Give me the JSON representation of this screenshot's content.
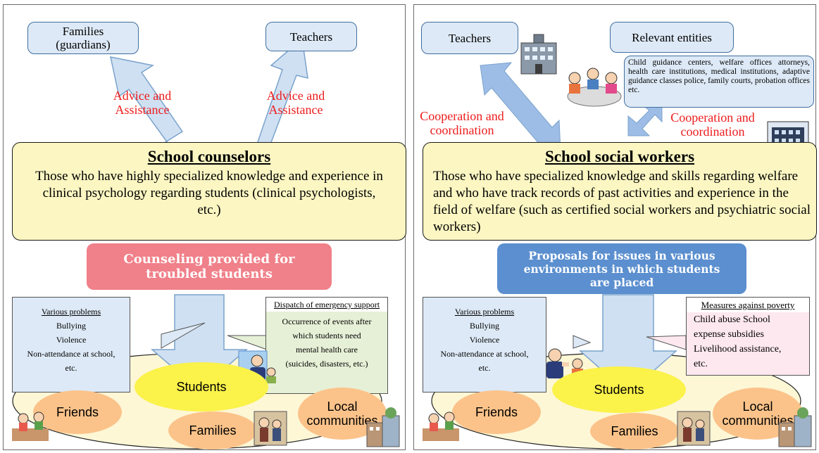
{
  "left_panel": {
    "top_boxes": {
      "families": "Families\n(guardians)",
      "teachers": "Teachers"
    },
    "advice_left": "Advice and\nAssistance",
    "advice_right": "Advice and\nAssistance",
    "main_title": "School counselors",
    "main_desc": "Those who have highly specialized knowledge and experience in clinical psychology regarding students (clinical psychologists, etc.)",
    "pill": "Counseling provided for\ntroubled students",
    "problems": {
      "heading": "Various problems",
      "items": [
        "Bullying",
        "Violence",
        "Non-attendance at school,",
        "etc."
      ]
    },
    "emergency": {
      "heading": "Dispatch of emergency support",
      "lines": [
        "Occurrence of events after",
        "which students need",
        "mental health care",
        "(suicides, disasters, etc.)"
      ]
    },
    "ellipses": {
      "students": "Students",
      "friends": "Friends",
      "families": "Families",
      "local": "Local\ncommunities"
    }
  },
  "right_panel": {
    "top_boxes": {
      "teachers": "Teachers",
      "relevant": "Relevant entities"
    },
    "entities_note": "Child guidance centers, welfare offices attorneys, health care institutions, medical institutions, adaptive guidance classes police, family courts, probation offices etc.",
    "coop_left": "Cooperation and\ncoordination",
    "coop_right": "Cooperation and\ncoordination",
    "main_title": "School social workers",
    "main_desc": "Those who have specialized knowledge and skills regarding welfare and who have track records of past activities and experience in the field of welfare (such as certified social workers and psychiatric social workers)",
    "pill": "Proposals for issues in various\nenvironments in which students\nare placed",
    "problems": {
      "heading": "Various problems",
      "items": [
        "Bullying",
        "Violence",
        "Non-attendance at school,",
        "etc."
      ]
    },
    "poverty": {
      "heading": "Measures against poverty",
      "lines": [
        "Child abuse School",
        "expense subsidies",
        "Livelihood assistance,",
        "etc."
      ]
    },
    "ellipses": {
      "students": "Students",
      "friends": "Friends",
      "families": "Families",
      "local": "Local\ncommunities"
    }
  },
  "colors": {
    "top_box_fill": "#dde9f6",
    "arrow_fill": "#cfe0f2",
    "main_box_fill": "#fbf6c2",
    "red_text": "#ee1c1c",
    "pill_left": "#f08089",
    "pill_right": "#5b8fcf",
    "ellipse_outer": "#fdf7d6",
    "ellipse_students": "#fbf24a",
    "ellipse_orange": "#fbc38a"
  },
  "icons": [
    "school-building-icon",
    "meeting-people-icon",
    "office-building-icon",
    "child-playing-icon",
    "family-icon",
    "town-icon",
    "counselor-person-icon",
    "social-worker-person-icon"
  ]
}
